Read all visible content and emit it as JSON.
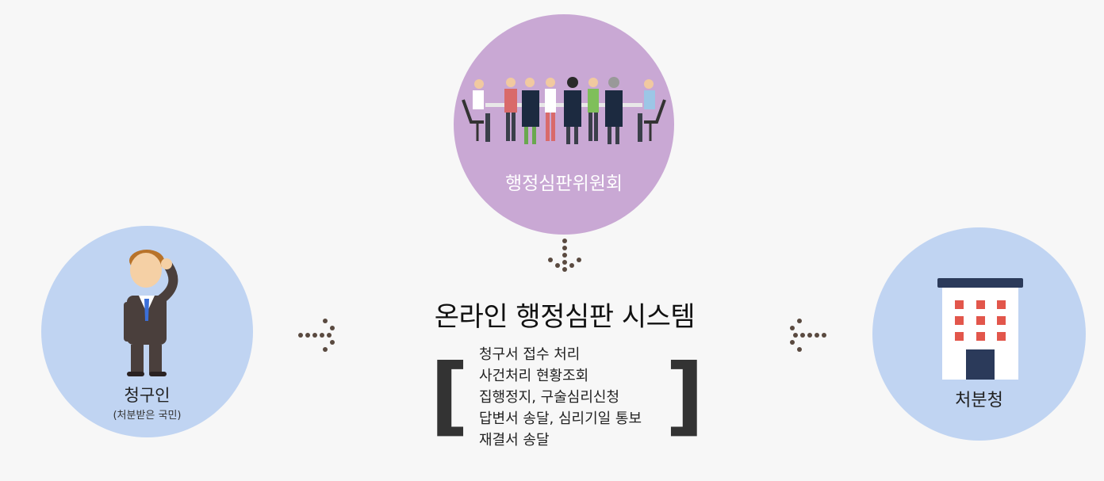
{
  "committee": {
    "label": "행정심판위원회",
    "icon": "meeting-people-icon"
  },
  "claimant": {
    "label": "청구인",
    "sublabel": "(처분받은 국민)",
    "icon": "businessman-icon"
  },
  "agency": {
    "label": "처분청",
    "icon": "building-icon"
  },
  "system": {
    "title": "온라인 행정심판 시스템",
    "functions": [
      "청구서 접수 처리",
      "사건처리 현황조회",
      "집행정지, 구술심리신청",
      "답변서 송달, 심리기일 통보",
      "재결서 송달"
    ]
  },
  "colors": {
    "committee_circle": "#c9a8d4",
    "party_circle": "#c0d4f2",
    "arrow_dots": "#5a4a40",
    "building_windows": "#e2564b",
    "building_roof": "#2b3a5a"
  }
}
